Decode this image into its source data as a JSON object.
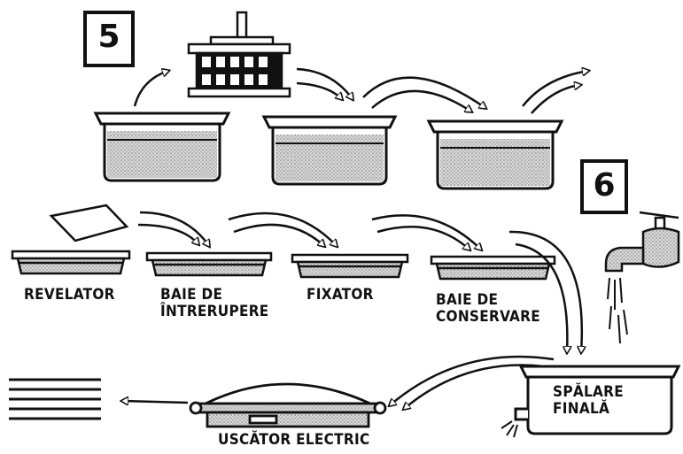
{
  "steps": {
    "step_a": "5",
    "step_b": "6"
  },
  "trays": {
    "developer": "REVELATOR",
    "stop_bath": "BAIE DE\nÎNTRERUPERE",
    "fixer": "FIXATOR",
    "preservation": "BAIE DE\nCONSERVARE"
  },
  "final_wash": "SPĂLARE\nFINALĂ",
  "dryer": "USCĂTOR ELECTRIC"
}
